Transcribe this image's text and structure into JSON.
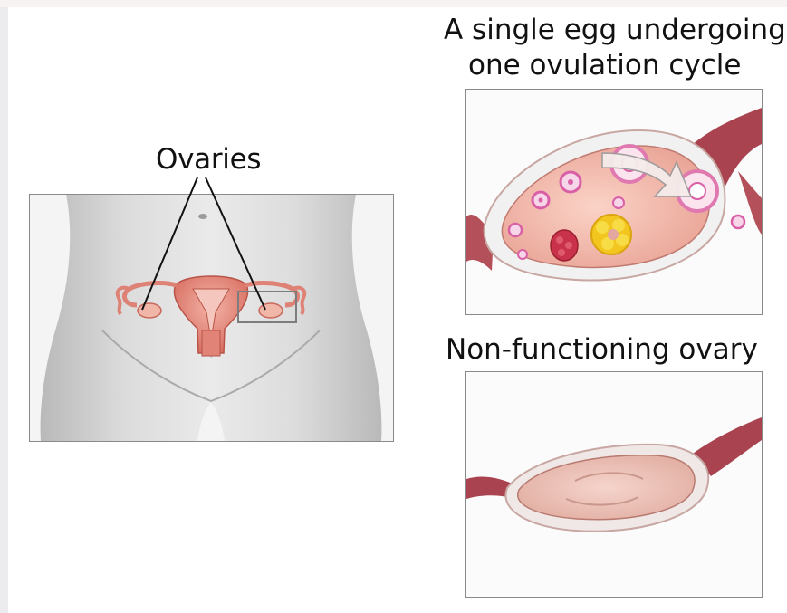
{
  "labels": {
    "ovaries": "Ovaries",
    "single_egg_line1": "A single egg undergoing",
    "single_egg_line2": "one ovulation cycle",
    "non_functioning": "Non-functioning ovary"
  },
  "colors": {
    "background": "#ffffff",
    "tissue": "#e8a6a0",
    "uterus": "#d97468",
    "follicle": "#e47ab8",
    "corpus_luteum": "#f2c61f",
    "border": "#8a8a8a"
  },
  "icons": [
    "body-torso-illustration",
    "uterus-icon",
    "ovary-icon",
    "follicle-icon",
    "egg-icon",
    "arrow-icon",
    "highlight-box"
  ]
}
